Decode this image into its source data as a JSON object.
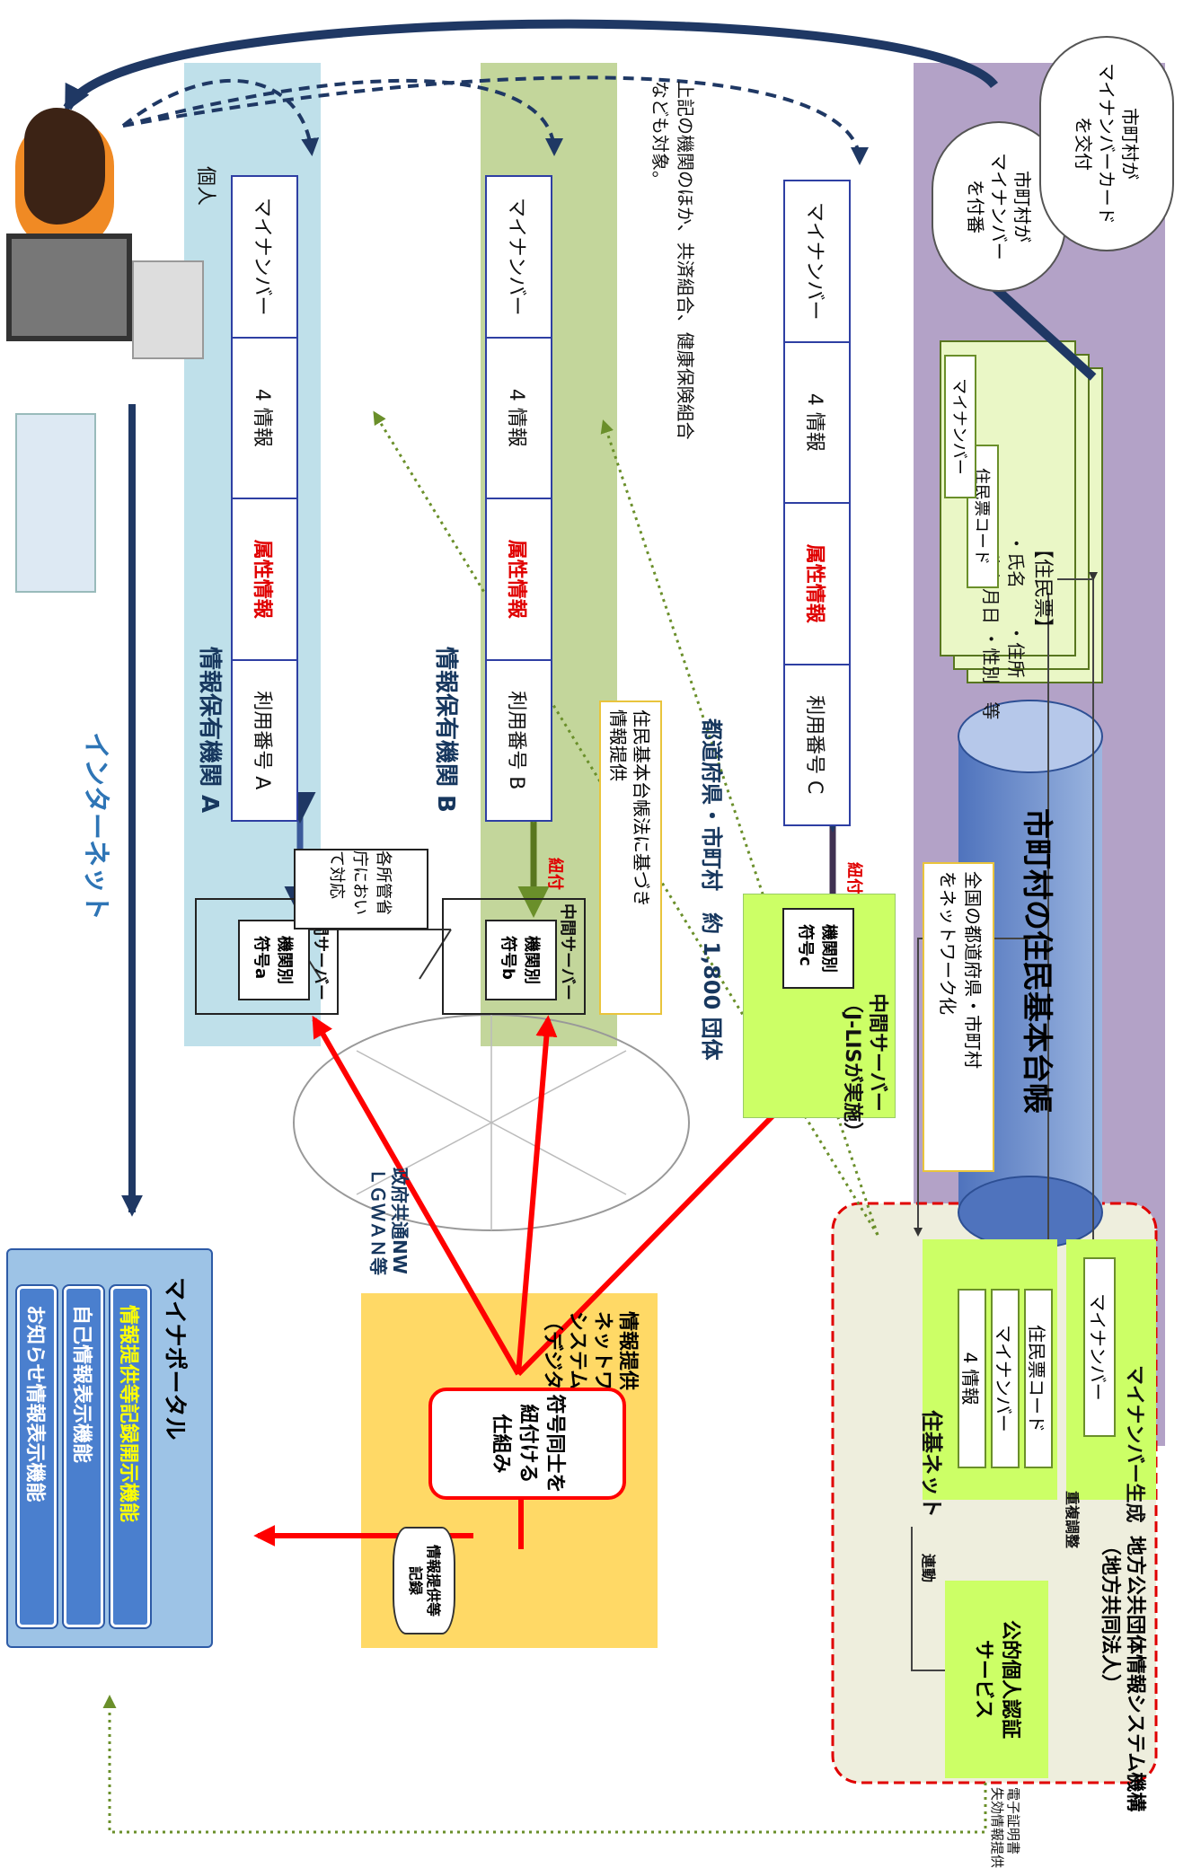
{
  "colors": {
    "blue_panel": "#bfe0ea",
    "green_panel": "#c3d69b",
    "purple_panel": "#b3a2c7",
    "orange_panel": "#ffd966",
    "lime": "#ccff66",
    "red": "#ff0000",
    "navy": "#1f3864"
  },
  "person": {
    "label": "個人"
  },
  "internet": {
    "label": "インターネット"
  },
  "org_a": {
    "title": "情報保有機関 A",
    "cells": [
      "マイナンバー",
      "4 情報",
      "属性情報",
      "利用番号 A"
    ],
    "server_title": "中間サーバー",
    "code": "機関別\n符号a",
    "link": "紐付"
  },
  "org_b": {
    "title": "情報保有機関 B",
    "cells": [
      "マイナンバー",
      "4 情報",
      "属性情報",
      "利用番号 B"
    ],
    "server_title": "中間サーバー",
    "code": "機関別\n符号b",
    "link": "紐付"
  },
  "ministry_note": "各所管省庁において対応",
  "other_orgs_note": "上記の機関のほか、共済組合、健康保険組合\nなども対象。",
  "juki_law_note": "住民基本台帳法に基づき\n情報提供",
  "municipal": {
    "title": "都道府県・市町村　約 1,800 団体",
    "cells": [
      "マイナンバー",
      "4 情報",
      "属性情報",
      "利用番号 C"
    ],
    "link": "紐付",
    "server_title": "中間サーバー\n（J-LISが実施）",
    "code": "機関別\n符号c",
    "network_note": "全国の都道府県・市町村\nをネットワーク化",
    "ledger": "市町村の住民基本台帳",
    "juminhyo": {
      "header": "【住民票】",
      "items": "・氏名　　・住所\n・生年月日 ・性別　等",
      "code_label": "住民票コード",
      "mynumber_label": "マイナンバー"
    },
    "cloud1": "市町村が\nマイナンバー\nを付番",
    "cloud2": "市町村が\nマイナンバーカード\nを交付"
  },
  "gov_network": "政府共通NW\nＬＧＷＡＮ等",
  "myna_portal": {
    "title": "マイナポータル",
    "items": [
      "情報提供等記録開示機能",
      "自己情報表示機能",
      "お知らせ情報表示機能"
    ]
  },
  "info_network": {
    "title": "情報提供\nネットワーク\nシステム\n（デジタル庁）",
    "record": "情報提供等\n記録",
    "core": "符号同士を\n紐付ける\n仕組み"
  },
  "jlis": {
    "title": "地方公共団体情報システム機構\n（地方共同法人）",
    "juki_net": "住基ネット",
    "juki_items": [
      "住民票コード",
      "マイナンバー",
      "4 情報"
    ],
    "mynumber_gen": "マイナンバー生成",
    "mynumber_gen_item": "マイナンバー",
    "dup_check": "重複調整",
    "link_label": "連動",
    "jpki": "公的個人認証\nサービス",
    "jpki_note": "電子証明書\n失効情報提供"
  }
}
